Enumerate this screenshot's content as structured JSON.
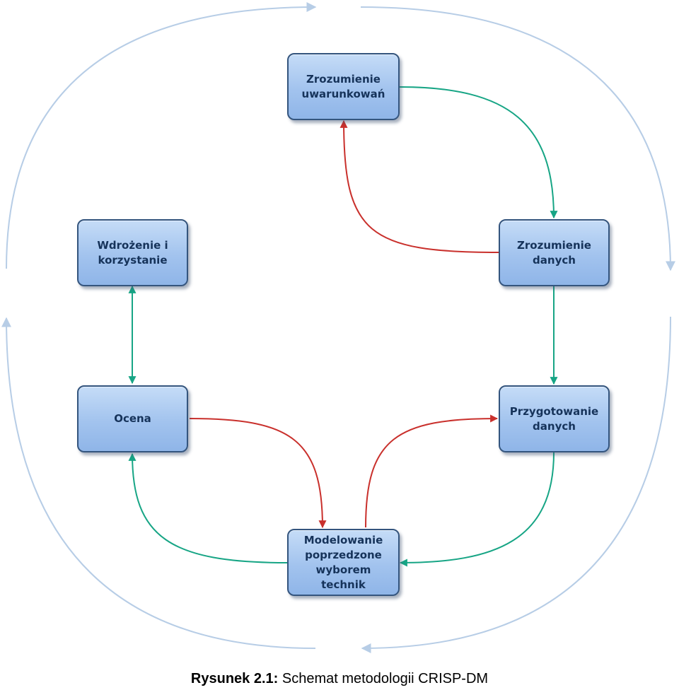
{
  "nodes": {
    "business": "Zrozumienie uwarunkowań",
    "data_understanding": "Zrozumienie danych",
    "data_preparation": "Przygotowanie danych",
    "modeling": "Modelowanie poprzedzone wyborem technik",
    "evaluation": "Ocena",
    "deployment": "Wdrożenie i korzystanie"
  },
  "caption": {
    "label": "Rysunek 2.1:",
    "text": "Schemat metodologii CRISP-DM"
  },
  "colors": {
    "forward_arrow": "#17a585",
    "backward_arrow": "#c9302c",
    "outer_cycle": "#b7cde6",
    "node_border": "#34557e",
    "node_fill": "#a2c3ee",
    "node_text": "#16335a"
  }
}
